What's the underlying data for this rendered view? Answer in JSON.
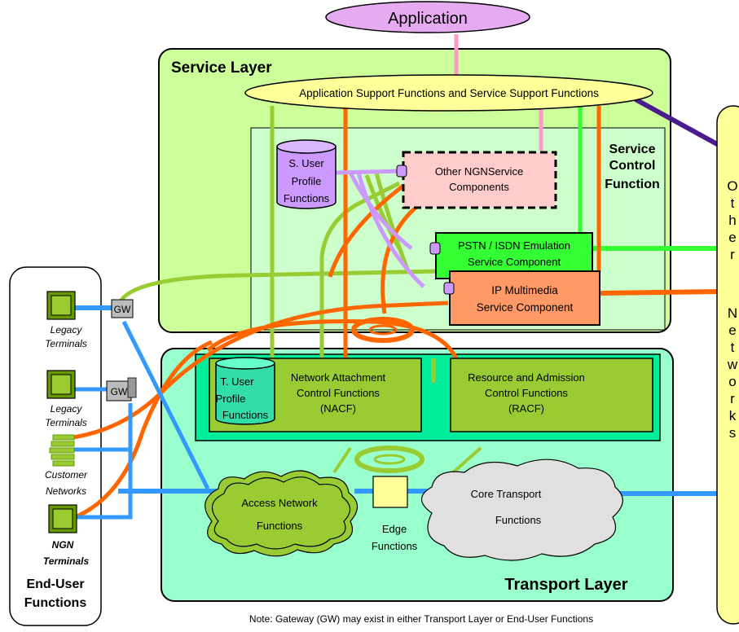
{
  "application": "Application",
  "service_layer": {
    "title": "Service Layer",
    "support_functions": "Application Support Functions and Service Support Functions",
    "service_control": [
      "Service",
      "Control",
      "Function"
    ],
    "user_profile": [
      "S. User",
      "Profile",
      "Functions"
    ],
    "other_ngn": [
      "Other NGNService",
      "Components"
    ],
    "pstn": [
      "PSTN / ISDN Emulation",
      "Service Component"
    ],
    "ims": [
      "IP Multimedia",
      "Service Component"
    ]
  },
  "transport_layer": {
    "title": "Transport Layer",
    "t_user_profile": [
      "T. User",
      "Profile",
      "Functions"
    ],
    "nacf": [
      "Network Attachment",
      "Control Functions",
      "(NACF)"
    ],
    "racf": [
      "Resource and Admission",
      "Control Functions",
      "(RACF)"
    ],
    "access_network": [
      "Access  Network",
      "Functions"
    ],
    "edge": [
      "Edge",
      "Functions"
    ],
    "core": [
      "Core Transport",
      "Functions"
    ]
  },
  "other_networks": [
    "O",
    "t",
    "h",
    "e",
    "r",
    "",
    "N",
    "e",
    "t",
    "w",
    "o",
    "r",
    "k",
    "s"
  ],
  "end_user": {
    "title": [
      "End-User",
      "Functions"
    ],
    "legacy1": [
      "Legacy",
      "Terminals"
    ],
    "legacy2": [
      "Legacy",
      "Terminals"
    ],
    "customer": [
      "Customer",
      "Networks"
    ],
    "ngn": [
      "NGN",
      "Terminals"
    ]
  },
  "gw": "GW",
  "note": "Note: Gateway (GW) may exist in either Transport Layer or End-User Functions",
  "colors": {
    "service_layer": "#ccff99",
    "transport_layer": "#99ffcc",
    "orange": "#ff6600",
    "green_line": "#99cc33",
    "bright_green": "#33ff33",
    "violet": "#cc99ff",
    "pink": "#ff99cc",
    "blue": "#3399ff",
    "purple": "#4b1c8c",
    "other_networks": "#ffff99"
  }
}
